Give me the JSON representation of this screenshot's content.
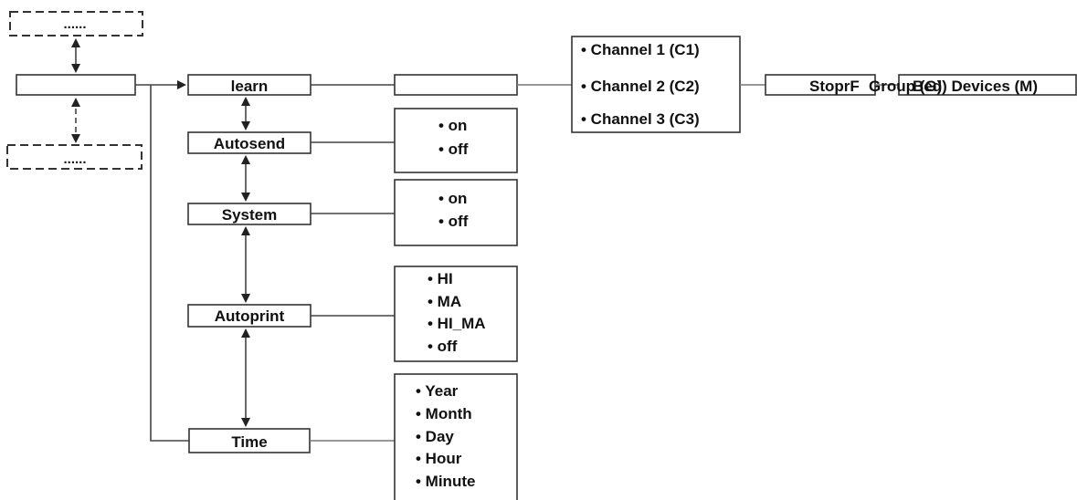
{
  "diagram": {
    "top_dashed_label": "......",
    "bottom_dashed_label": "......",
    "menu": {
      "learn": "learn",
      "autosend": "Autosend",
      "system": "System",
      "autoprint": "Autoprint",
      "time": "Time"
    },
    "channels": [
      "• Channel 1 (C1)",
      "• Channel 2 (C2)",
      "• Channel 3 (C3)"
    ],
    "chain": {
      "stop": "StoprF",
      "group": "Group (G)",
      "devices": "Bed) Devices (M)"
    },
    "autosend_options": [
      "• on",
      "• off"
    ],
    "system_options": [
      "• on",
      "• off"
    ],
    "autoprint_options": [
      "• HI",
      "• MA",
      "• HI_MA",
      "• off"
    ],
    "time_options": [
      "• Year",
      "• Month",
      "• Day",
      "• Hour",
      "• Minute"
    ]
  }
}
